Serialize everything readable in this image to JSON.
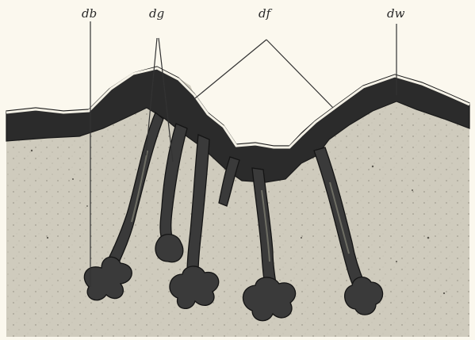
{
  "labels": {
    "db": "db",
    "dg": "dg",
    "df": "df",
    "dw": "dw"
  },
  "colors": {
    "background": "#fbf8ee",
    "stroma": "#cfcbbd",
    "epidermis": "#2b2b2b",
    "membrane": "#f4f1e6"
  }
}
